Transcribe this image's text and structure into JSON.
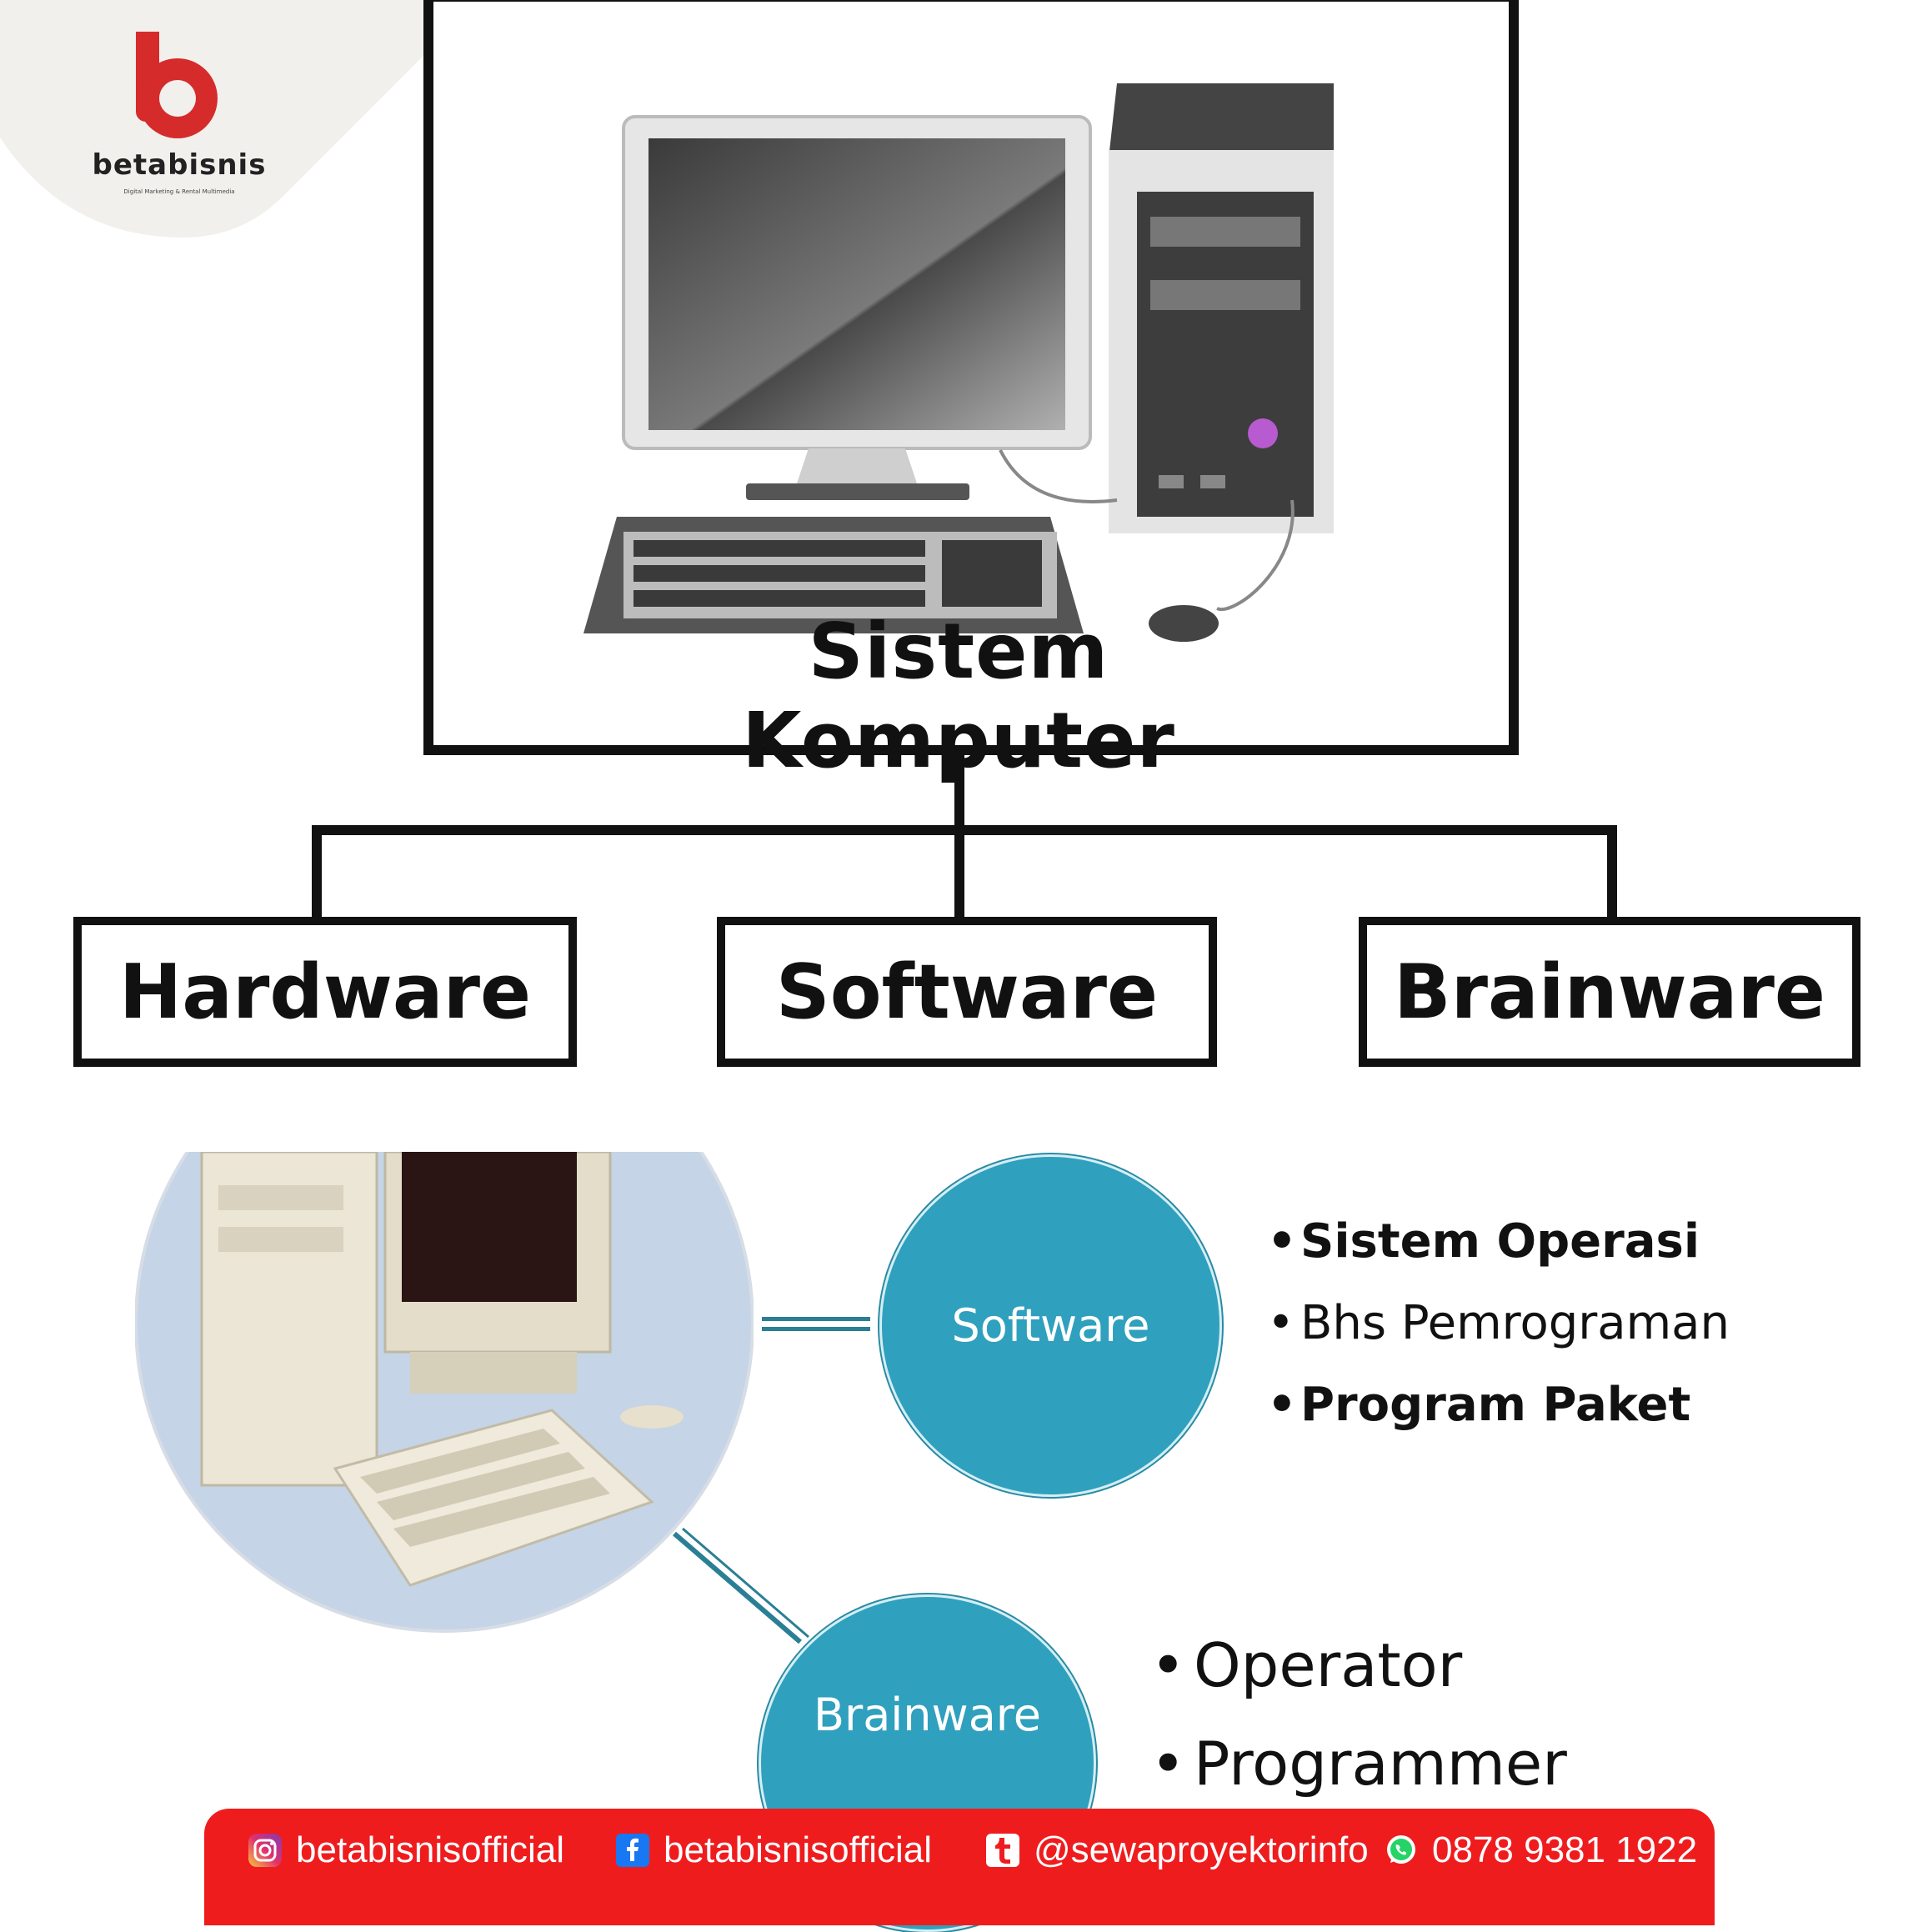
{
  "brand": {
    "name": "betabisnis",
    "tagline": "Digital Marketing & Rental Multimedia",
    "logo_icon": "b-letter-icon",
    "accent_color": "#d62b2b"
  },
  "diagram": {
    "root_label": "Sistem Komputer",
    "children": [
      {
        "label": "Hardware"
      },
      {
        "label": "Software"
      },
      {
        "label": "Brainware"
      }
    ]
  },
  "detail": {
    "software": {
      "label": "Software",
      "items": [
        "Sistem Operasi",
        "Bhs Pemrograman",
        "Program Paket"
      ]
    },
    "brainware": {
      "label": "Brainware",
      "items": [
        "Operator",
        "Programmer"
      ]
    },
    "circle_color": "#2fa0bd"
  },
  "footer": {
    "background": "#ef1c1e",
    "items": [
      {
        "icon": "instagram-icon",
        "text": "betabisnisofficial"
      },
      {
        "icon": "facebook-icon",
        "text": "betabisnisofficial"
      },
      {
        "icon": "tumblr-icon",
        "text": "@sewaproyektorinfo"
      },
      {
        "icon": "whatsapp-icon",
        "text": "0878 9381 1922"
      }
    ]
  }
}
